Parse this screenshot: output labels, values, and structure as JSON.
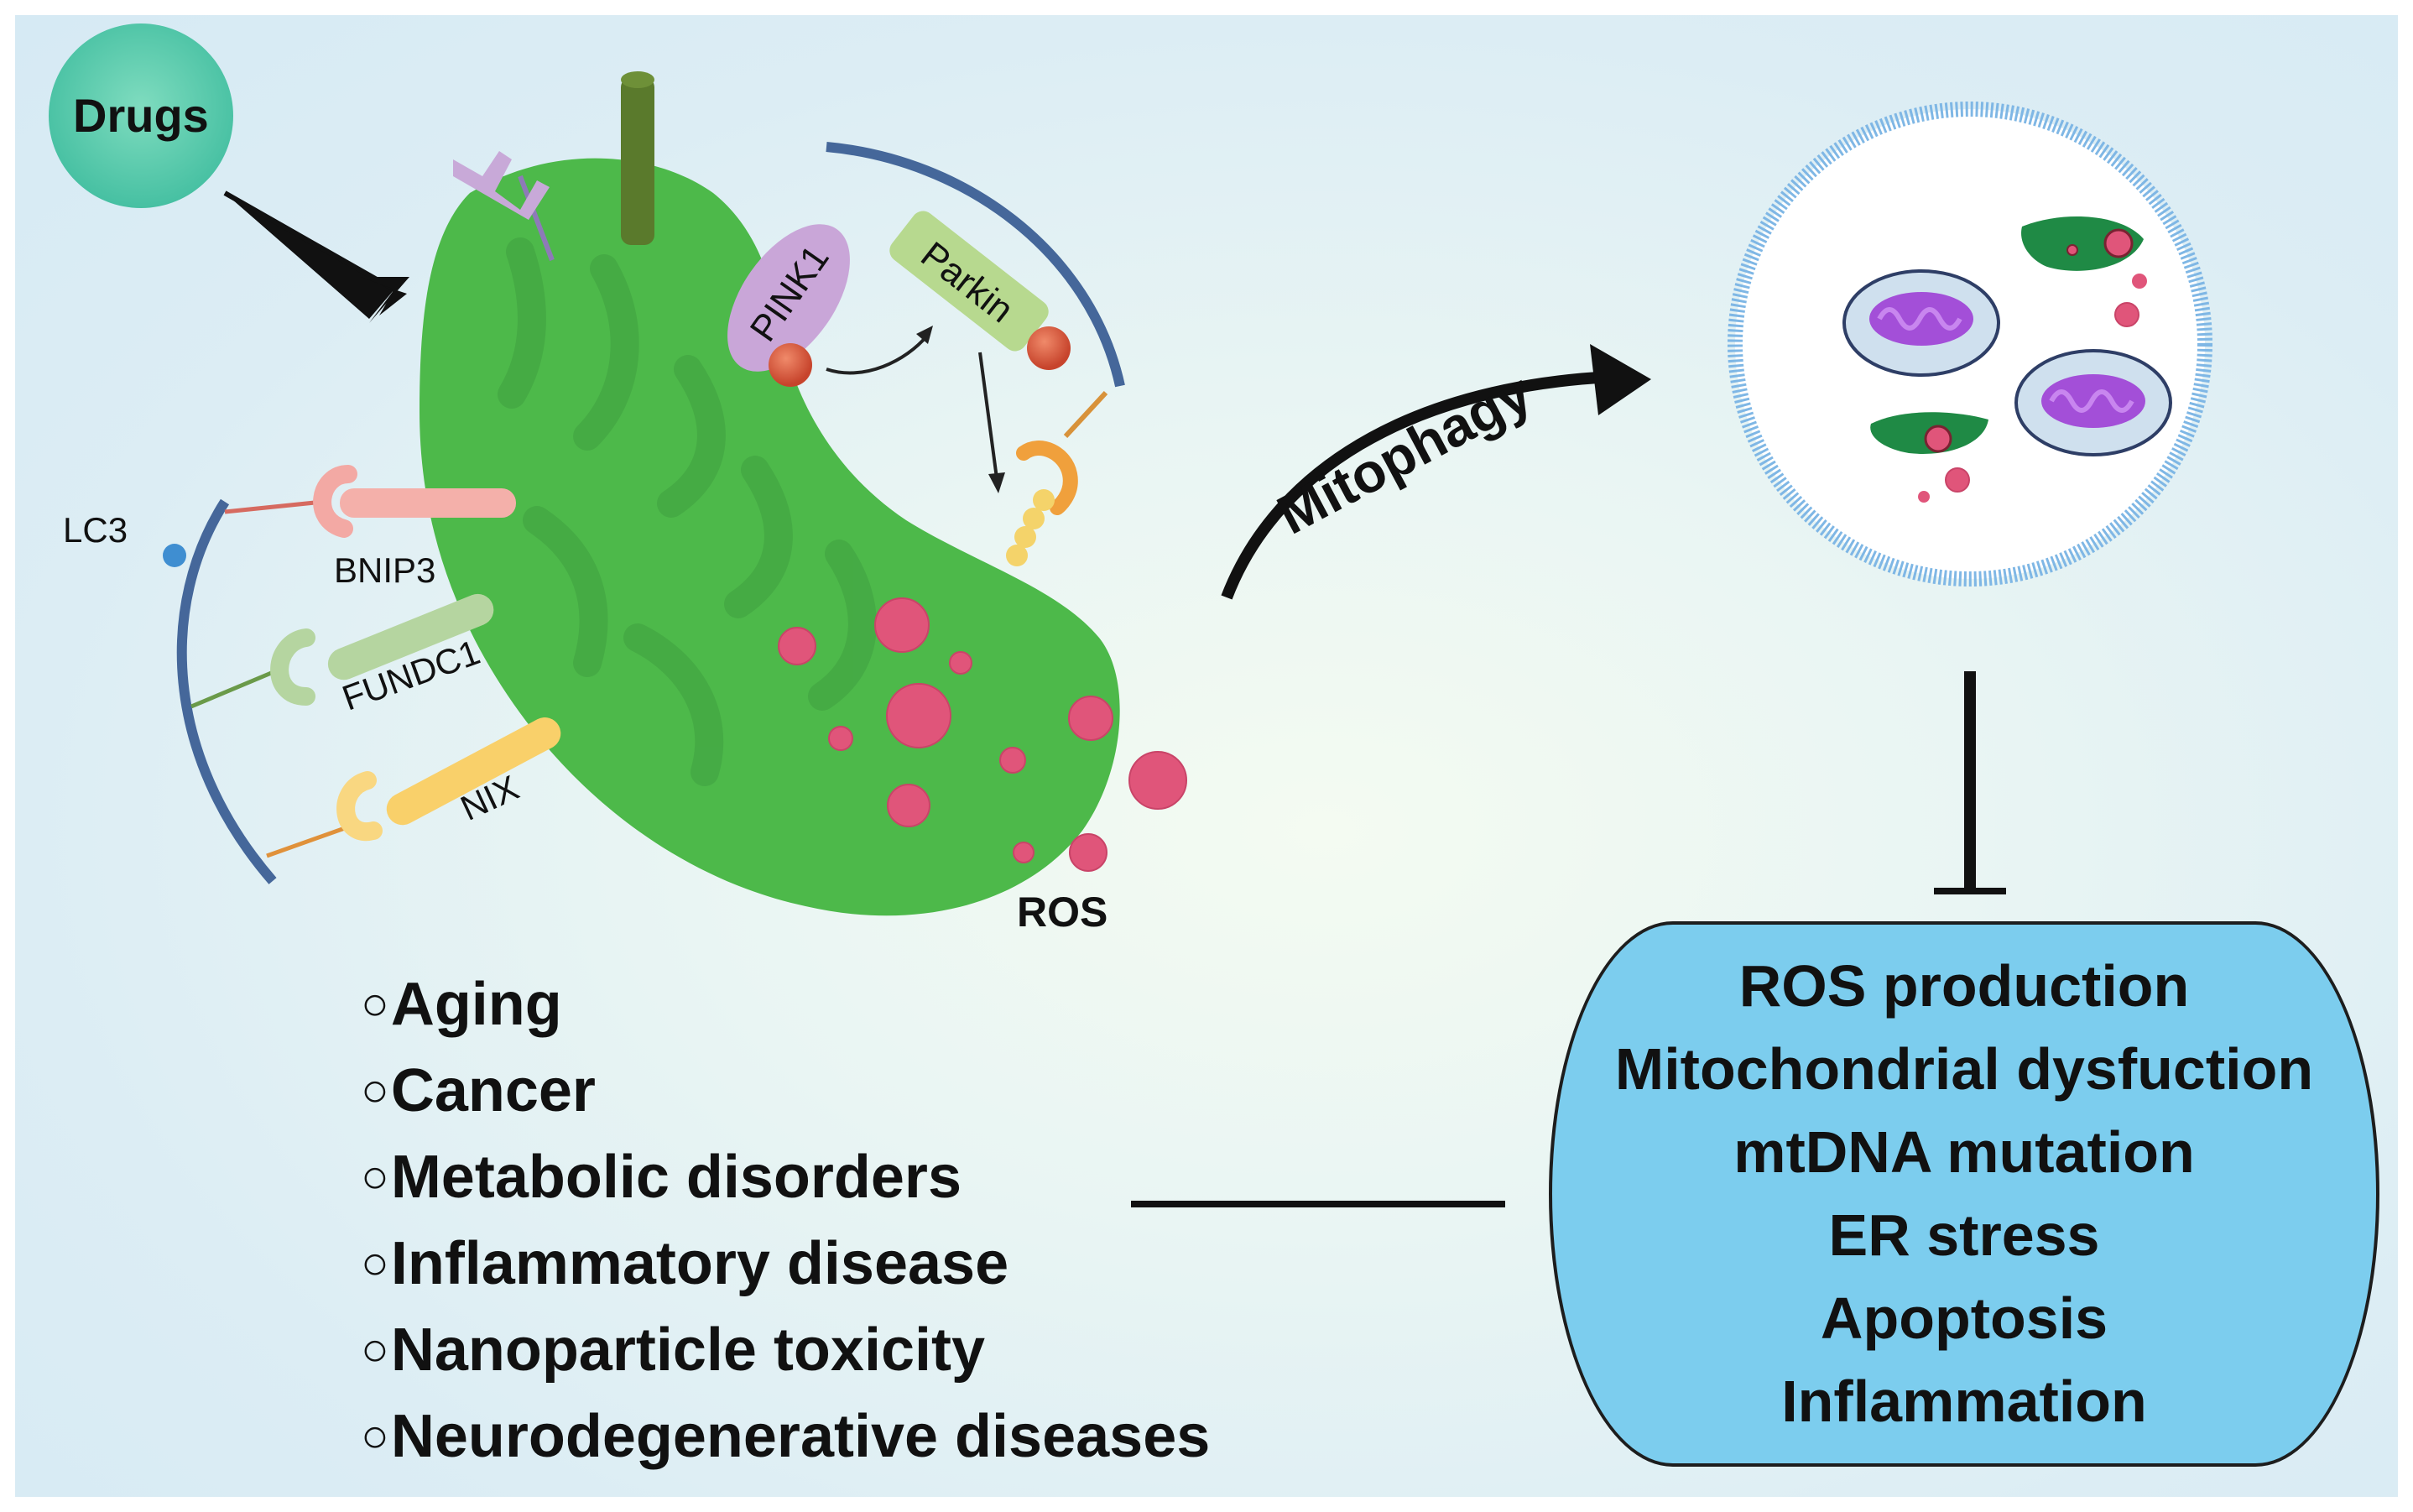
{
  "labels": {
    "drugs": "Drugs",
    "lc3": "LC3",
    "bnip3": "BNIP3",
    "fundc1": "FUNDC1",
    "nix": "NIX",
    "pink1": "PINK1",
    "parkin": "Parkin",
    "ros": "ROS",
    "mitophagy": "Mitophagy"
  },
  "diseases": [
    "Aging",
    "Cancer",
    "Metabolic disorders",
    "Inflammatory disease",
    "Nanoparticle toxicity",
    "Neurodegenerative diseases"
  ],
  "effects": [
    "ROS production",
    "Mitochondrial dysfuction",
    "mtDNA mutation",
    "ER stress",
    "Apoptosis",
    "Inflammation"
  ],
  "colors": {
    "mitochondrion": "#4db94a",
    "ros": "#e0557a",
    "drugs_circle": "#5ccfae",
    "effects_box": "#7ccdee",
    "phagophore": "#45679a"
  }
}
